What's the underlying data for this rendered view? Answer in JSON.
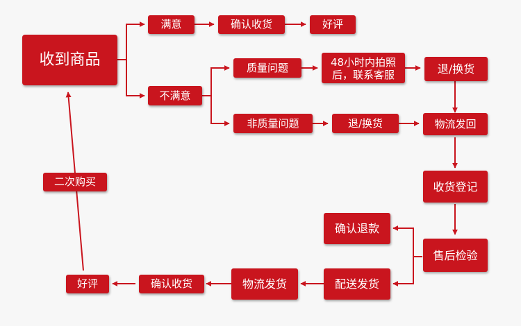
{
  "diagram": {
    "nodes": {
      "received": "收到商品",
      "satisfied": "满意",
      "confirm_top": "确认收货",
      "good_review_top": "好评",
      "unsatisfied": "不满意",
      "quality_issue": "质量问题",
      "photo_contact": "48小时内拍照\n后，联系客服",
      "return_exchange_top": "退/换货",
      "non_quality_issue": "非质量问题",
      "return_exchange_mid": "退/换货",
      "logistics_return": "物流发回",
      "receive_register": "收货登记",
      "after_sales_check": "售后检验",
      "confirm_refund": "确认退款",
      "ship_out": "配送发货",
      "logistics_ship": "物流发货",
      "confirm_bottom": "确认收货",
      "good_review_bottom": "好评",
      "repurchase": "二次购买"
    }
  }
}
